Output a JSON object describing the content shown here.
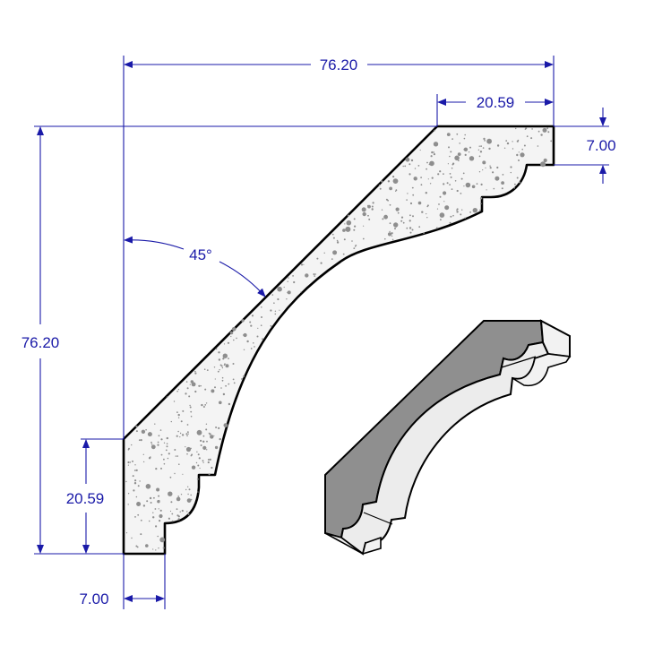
{
  "dimensions": {
    "top_width": "76.20",
    "top_flat": "20.59",
    "right_step": "7.00",
    "left_height": "76.20",
    "left_flat": "20.59",
    "bottom_step": "7.00",
    "angle": "45°"
  },
  "colors": {
    "dimension": "#1a1aa8",
    "outline": "#000000",
    "fill": "#f4f4f4",
    "speckle": "#8e8e8e",
    "solid_face_dark": "#8f8f8f",
    "solid_face_light": "#ececec"
  }
}
